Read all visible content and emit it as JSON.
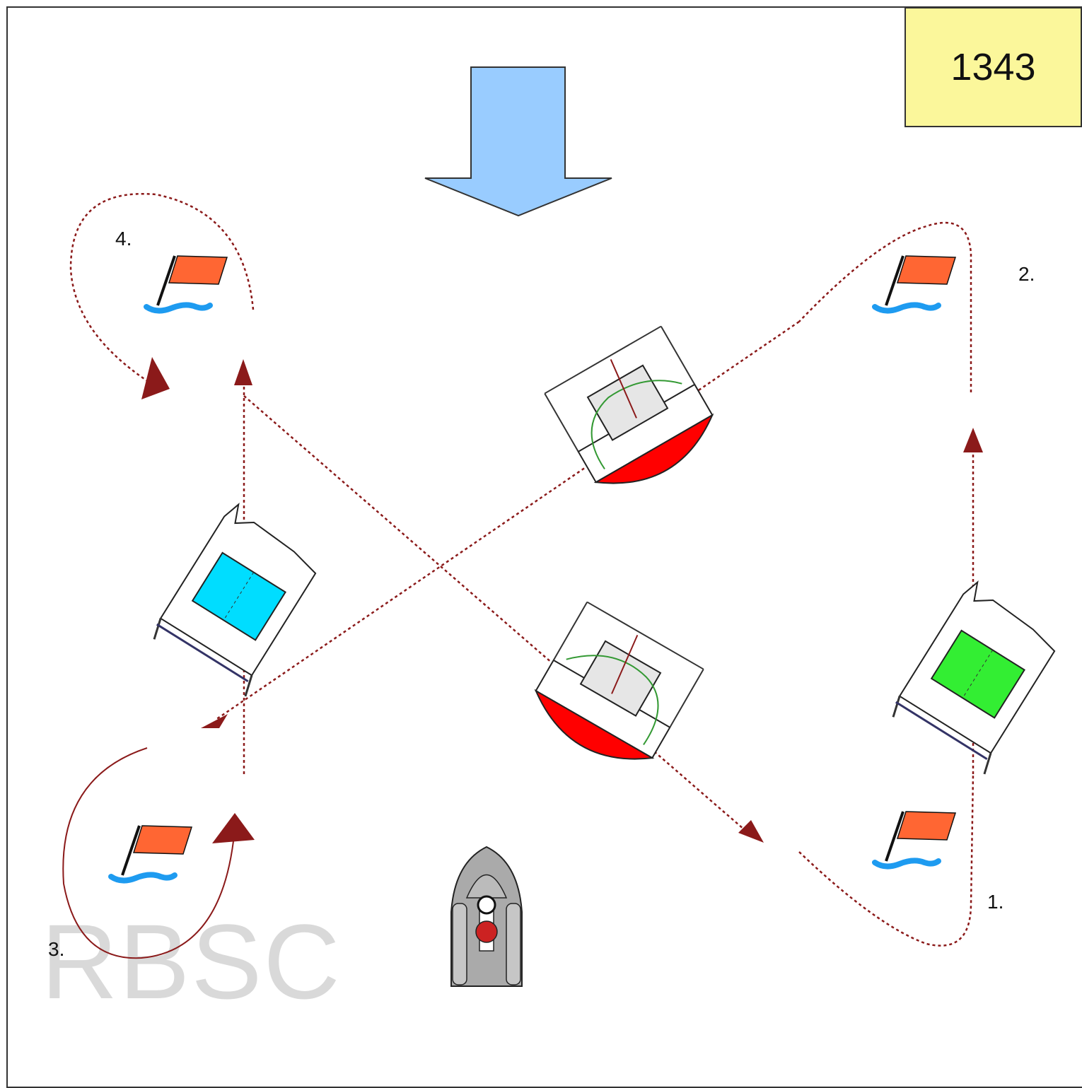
{
  "diagram": {
    "id_label": "1343",
    "watermark": "RBSC",
    "marks": [
      {
        "label": "1."
      },
      {
        "label": "2."
      },
      {
        "label": "3."
      },
      {
        "label": "4."
      }
    ]
  },
  "colors": {
    "wind_arrow": "#99ccff",
    "course_line": "#8b1a1a",
    "flag": "#ff6633",
    "water": "#1e9bf0",
    "boat_blue": "#00ddff",
    "boat_green": "#33ee33",
    "spinnaker": "#ff0000",
    "id_box": "#fbf79b"
  },
  "icons": [
    "wind-arrow-icon",
    "flag-buoy-icon",
    "catamaran-icon",
    "motorboat-icon"
  ]
}
